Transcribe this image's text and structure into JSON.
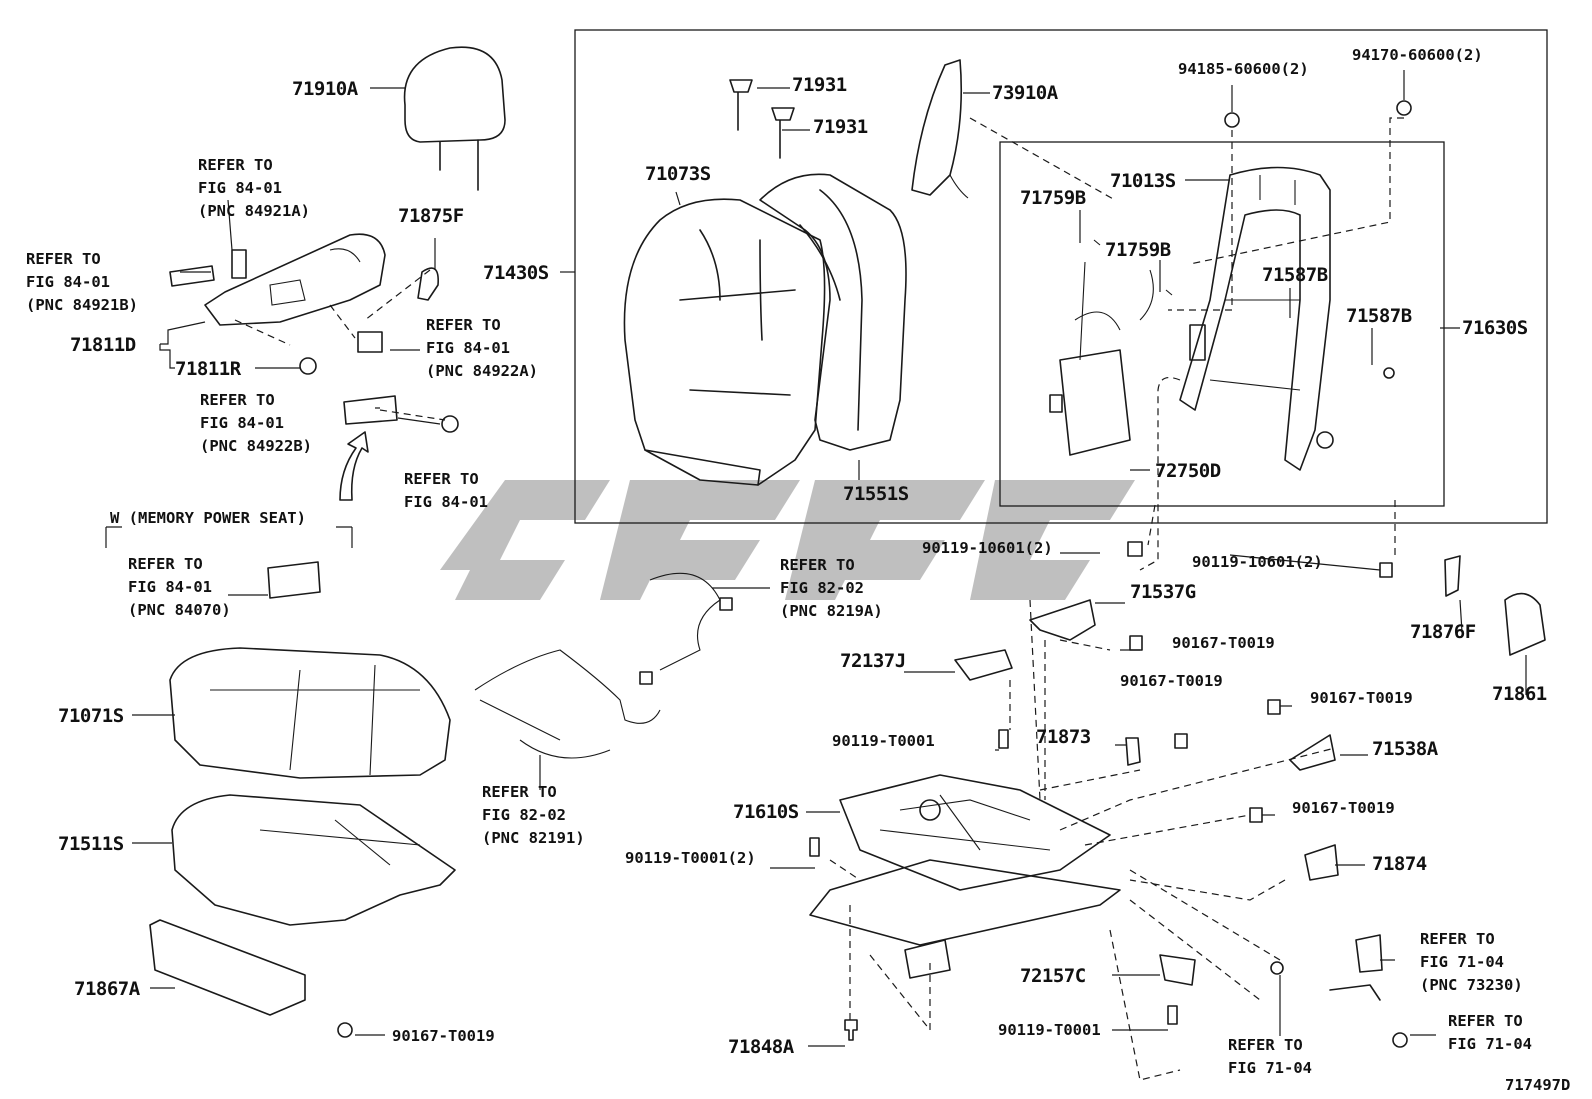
{
  "diagram_id": "717497D",
  "group": {
    "title": "W (MEMORY POWER SEAT)"
  },
  "parts": {
    "p71910A": "71910A",
    "p71875F": "71875F",
    "p71811D": "71811D",
    "p71811R": "71811R",
    "p71430S": "71430S",
    "p71073S": "71073S",
    "p71931a": "71931",
    "p71931b": "71931",
    "p73910A": "73910A",
    "p94185": "94185-60600(2)",
    "p94170": "94170-60600(2)",
    "p71013S": "71013S",
    "p71759Ba": "71759B",
    "p71759Bb": "71759B",
    "p71587Ba": "71587B",
    "p71587Bb": "71587B",
    "p71630S": "71630S",
    "p72750D": "72750D",
    "p71551S": "71551S",
    "p90119_10601a": "90119-10601(2)",
    "p90119_10601b": "90119-10601(2)",
    "p71537G": "71537G",
    "p90167_T0019a": "90167-T0019",
    "p72137J": "72137J",
    "p90167_T0019b": "90167-T0019",
    "p71873": "71873",
    "p90119_T0001a": "90119-T0001",
    "p90167_T0019c": "90167-T0019",
    "p71538A": "71538A",
    "p71610S": "71610S",
    "p90167_T0019d": "90167-T0019",
    "p90119_T0001_2": "90119-T0001(2)",
    "p71874": "71874",
    "p71876F": "71876F",
    "p71861": "71861",
    "p71071S": "71071S",
    "p71511S": "71511S",
    "p71867A": "71867A",
    "p90167_T0019e": "90167-T0019",
    "p72157C": "72157C",
    "p90119_T0001b": "90119-T0001",
    "p71848A": "71848A"
  },
  "refs": {
    "r1": [
      "REFER TO",
      "FIG 84-01",
      "(PNC 84921A)"
    ],
    "r2": [
      "REFER TO",
      "FIG 84-01",
      "(PNC 84921B)"
    ],
    "r3": [
      "REFER TO",
      "FIG 84-01",
      "(PNC 84922A)"
    ],
    "r4": [
      "REFER TO",
      "FIG 84-01",
      "(PNC 84922B)"
    ],
    "r5": [
      "REFER TO",
      "FIG 84-01"
    ],
    "r6": [
      "REFER TO",
      "FIG 84-01",
      "(PNC 84070)"
    ],
    "r7": [
      "REFER TO",
      "FIG 82-02",
      "(PNC 8219A)"
    ],
    "r8": [
      "REFER TO",
      "FIG 82-02",
      "(PNC 82191)"
    ],
    "r9": [
      "REFER TO",
      "FIG 71-04",
      "(PNC 73230)"
    ],
    "r10": [
      "REFER TO",
      "FIG 71-04"
    ],
    "r11": [
      "REFER TO",
      "FIG 71-04"
    ]
  }
}
